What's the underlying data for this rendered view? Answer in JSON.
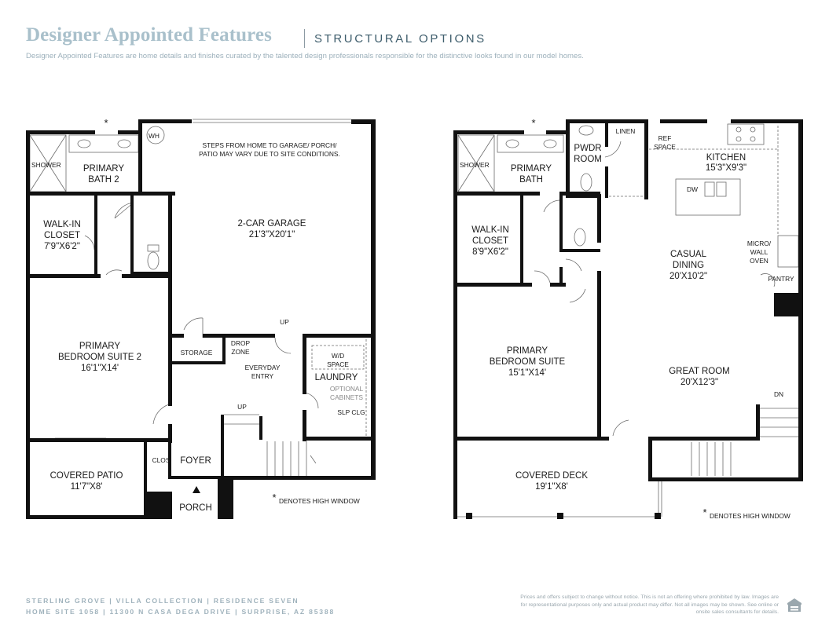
{
  "header": {
    "title": "Designer Appointed Features",
    "subtitle": "STRUCTURAL OPTIONS",
    "description": "Designer Appointed Features are home details and finishes curated by the talented design professionals responsible for the distinctive looks found in our model homes."
  },
  "plan_left": {
    "labels": {
      "shower": "SHOWER",
      "wh": "WH",
      "primary_bath_2_l1": "PRIMARY",
      "primary_bath_2_l2": "BATH 2",
      "steps_note_l1": "STEPS FROM HOME TO GARAGE/ PORCH/",
      "steps_note_l2": "PATIO MAY VARY DUE TO SITE CONDITIONS.",
      "garage_name": "2-CAR GARAGE",
      "garage_dim": "21'3\"X20'1\"",
      "walkin_l1": "WALK-IN",
      "walkin_l2": "CLOSET",
      "walkin_dim": "7'9\"X6'2\"",
      "primary_bed_l1": "PRIMARY",
      "primary_bed_l2": "BEDROOM SUITE 2",
      "primary_bed_dim": "16'1\"X14'",
      "storage": "STORAGE",
      "drop_l1": "DROP",
      "drop_l2": "ZONE",
      "up_1": "UP",
      "everyday_l1": "EVERYDAY",
      "everyday_l2": "ENTRY",
      "wd_l1": "W/D",
      "wd_l2": "SPACE",
      "laundry": "LAUNDRY",
      "optional_l1": "OPTIONAL",
      "optional_l2": "CABINETS",
      "slp_clg": "SLP CLG",
      "up_2": "UP",
      "clos": "CLOS",
      "foyer": "FOYER",
      "porch": "PORCH",
      "patio_name": "COVERED PATIO",
      "patio_dim": "11'7\"X8'",
      "star": "*",
      "high_window": "DENOTES HIGH WINDOW"
    }
  },
  "plan_right": {
    "labels": {
      "shower": "SHOWER",
      "primary_bath_l1": "PRIMARY",
      "primary_bath_l2": "BATH",
      "pwdr_l1": "PWDR",
      "pwdr_l2": "ROOM",
      "linen": "LINEN",
      "ref_l1": "REF",
      "ref_l2": "SPACE",
      "kitchen_name": "KITCHEN",
      "kitchen_dim": "15'3\"X9'3\"",
      "dw": "DW",
      "walkin_l1": "WALK-IN",
      "walkin_l2": "CLOSET",
      "walkin_dim": "8'9\"X6'2\"",
      "dining_l1": "CASUAL",
      "dining_l2": "DINING",
      "dining_dim": "20'X10'2\"",
      "micro_l1": "MICRO/",
      "micro_l2": "WALL",
      "micro_l3": "OVEN",
      "pantry": "PANTRY",
      "bed_l1": "PRIMARY",
      "bed_l2": "BEDROOM SUITE",
      "bed_dim": "15'1\"X14'",
      "great_name": "GREAT ROOM",
      "great_dim": "20'X12'3\"",
      "dn": "DN",
      "deck_name": "COVERED DECK",
      "deck_dim": "19'1\"X8'",
      "star": "*",
      "high_window": "DENOTES HIGH WINDOW"
    }
  },
  "footer": {
    "line1": "STERLING GROVE  |  VILLA COLLECTION  |  RESIDENCE SEVEN",
    "line2": "HOME SITE 1058  |  11300 N CASA DEGA DRIVE  |  SURPRISE, AZ 85388",
    "disclaimer": "Prices and offers subject to change without notice. This is not an offering where prohibited by law. Images are for representational purposes only and actual product may differ. Not all images may be shown. See online or onsite sales consultants for details."
  },
  "colors": {
    "title": "#a9c0cb",
    "subtitle": "#3e5d6c",
    "walls": "#111111",
    "footer": "#9fb2bc"
  },
  "icons": {
    "equal_housing": "equal-housing-icon"
  }
}
